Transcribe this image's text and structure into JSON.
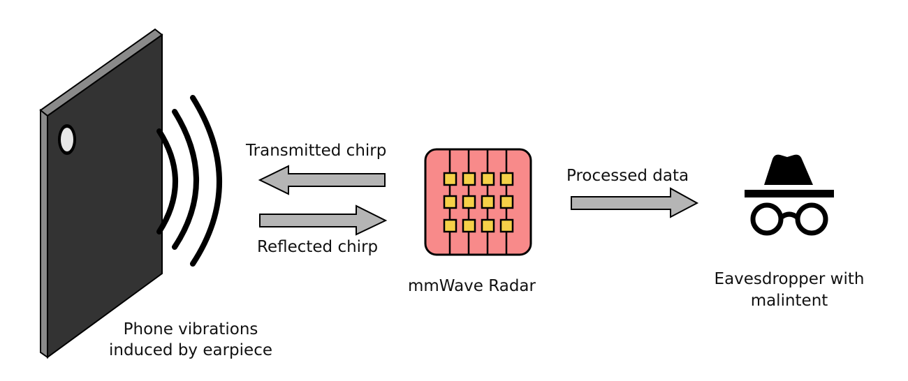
{
  "labels": {
    "phone_line1": "Phone vibrations",
    "phone_line2": "induced by earpiece",
    "transmitted": "Transmitted chirp",
    "reflected": "Reflected chirp",
    "radar": "mmWave Radar",
    "processed": "Processed data",
    "eaves_line1": "Eavesdropper with",
    "eaves_line2": "malintent"
  },
  "colors": {
    "phone_body": "#333333",
    "phone_edge": "#8a8a8a",
    "arrow_fill": "#b5b5b5",
    "radar_board": "#f88a8a",
    "radar_chip": "#f5d048",
    "ink": "#000000"
  },
  "icons": {
    "phone": "phone-icon",
    "sound_waves": "sound-waves-icon",
    "radar": "radar-chip-icon",
    "eavesdropper": "incognito-icon"
  }
}
